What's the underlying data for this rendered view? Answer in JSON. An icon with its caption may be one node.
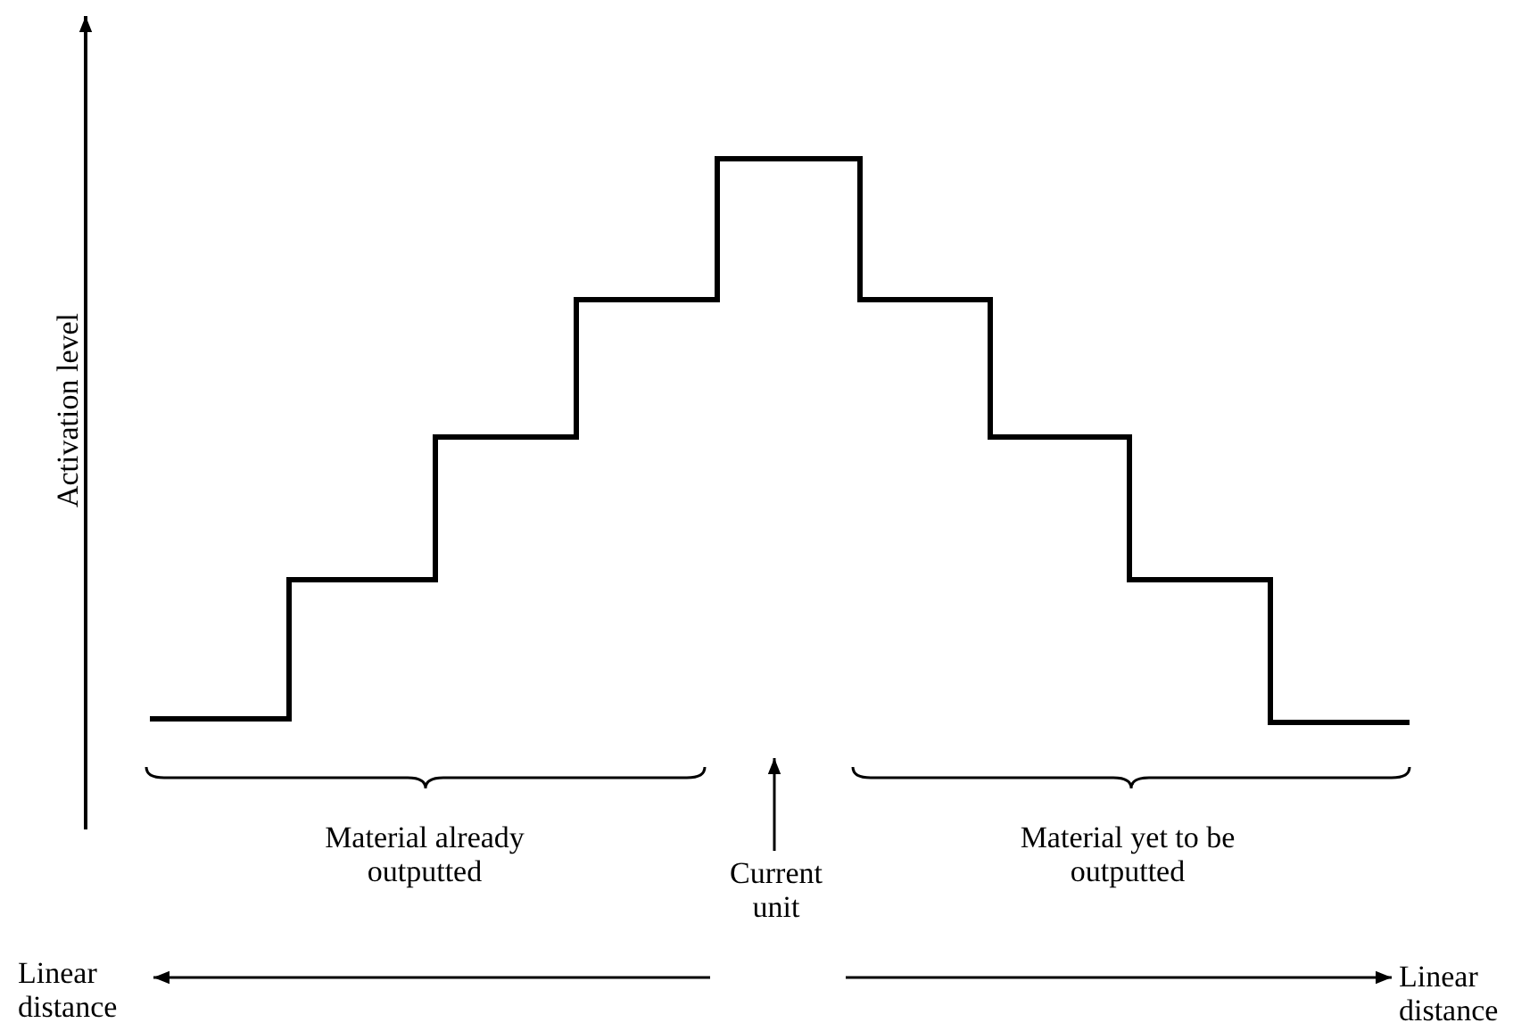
{
  "diagram": {
    "nodes": [
      {
        "text": [
          "Material already outputted"
        ]
      },
      {
        "text": [
          "Current unit"
        ]
      },
      {
        "text": [
          "Material yet to be outputted"
        ]
      },
      {
        "text": [
          "Linear distance"
        ]
      },
      {
        "text": [
          "Linear distance"
        ]
      }
    ],
    "edges": [
      {
        "from": 1,
        "to": null,
        "arrow": "to"
      },
      {
        "from": null,
        "to": 3,
        "arrow": "to"
      },
      {
        "from": null,
        "to": 4,
        "arrow": "to"
      }
    ],
    "labels": [
      "Activation level"
    ]
  }
}
